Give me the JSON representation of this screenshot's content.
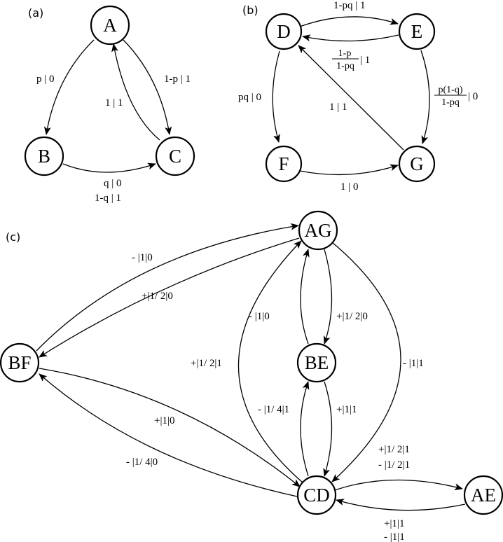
{
  "panels": {
    "a": "(a)",
    "b": "(b)",
    "c": "(c)"
  },
  "nodes": {
    "A": "A",
    "B": "B",
    "C": "C",
    "D": "D",
    "E": "E",
    "F": "F",
    "G": "G",
    "AG": "AG",
    "BF": "BF",
    "BE": "BE",
    "CD": "CD",
    "AE": "AE"
  },
  "edges_a": {
    "A_B": "p | 0",
    "A_C": "1-p | 1",
    "C_A": "1 | 1",
    "B_C_1": "q | 0",
    "B_C_2": "1-q | 1"
  },
  "edges_b": {
    "D_E": "1-pq | 1",
    "E_D_num": "1-p",
    "E_D_den": "1-pq",
    "E_D_tail": "| 1",
    "D_F": "pq | 0",
    "G_D": "1 | 1",
    "E_G_num": "p(1-q)",
    "E_G_den": "1-pq",
    "E_G_tail": "| 0",
    "F_G": "1 | 0"
  },
  "edges_c": {
    "BF_AG": "- |1|0",
    "AG_BF": "+|1/ 2|0",
    "AG_BE_left": "- |1|0",
    "AG_BE_right": "+|1/ 2|0",
    "CD_AG": "+|1/ 2|1",
    "AG_CD": "- |1|1",
    "BF_CD": "+|1|0",
    "CD_BF": "- |1/ 4|0",
    "CD_BE": "- |1/ 4|1",
    "BE_CD": "+|1|1",
    "CD_AE_1": "+|1/ 2|1",
    "CD_AE_2": "- |1/ 2|1",
    "AE_CD_1": "+|1|1",
    "AE_CD_2": "- |1|1"
  }
}
